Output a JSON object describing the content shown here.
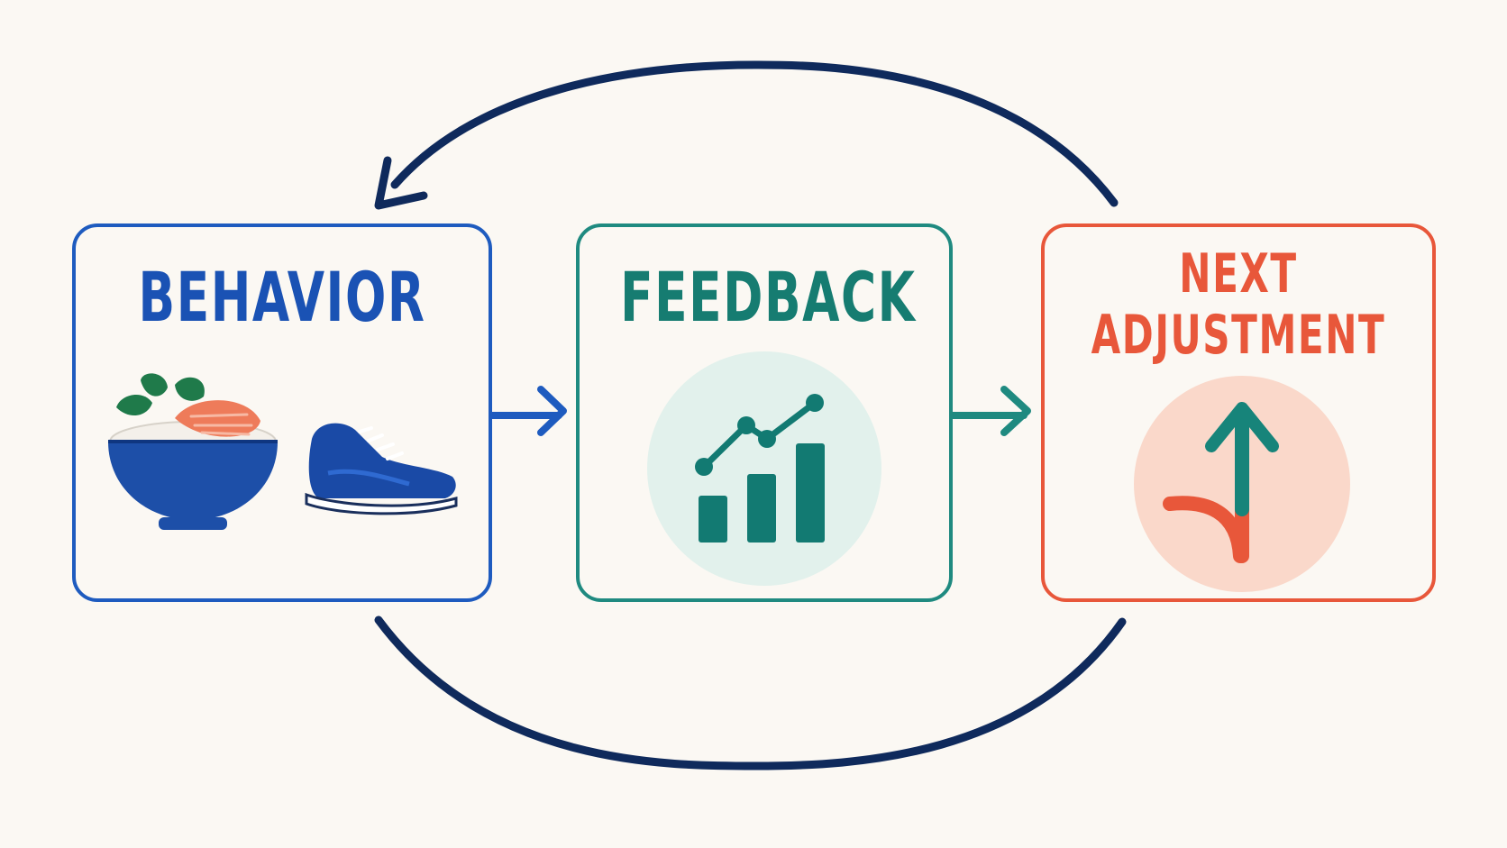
{
  "diagram": {
    "steps": [
      {
        "id": "behavior",
        "label": "BEHAVIOR",
        "icons": [
          "food-bowl-icon",
          "sneaker-icon"
        ]
      },
      {
        "id": "feedback",
        "label": "FEEDBACK",
        "icons": [
          "bar-line-chart-icon"
        ]
      },
      {
        "id": "adjust",
        "label_line1": "NEXT",
        "label_line2": "ADJUSTMENT",
        "icons": [
          "turn-up-arrow-icon"
        ]
      }
    ],
    "connections": [
      {
        "from": "behavior",
        "to": "feedback",
        "type": "arrow"
      },
      {
        "from": "feedback",
        "to": "adjust",
        "type": "arrow"
      },
      {
        "from": "adjust",
        "to": "behavior",
        "type": "loop-arrow-top"
      },
      {
        "from": "adjust",
        "to": "behavior",
        "type": "loop-line-bottom"
      }
    ]
  },
  "colors": {
    "background": "#fbf8f3",
    "behavior": "#1e5bbf",
    "feedback": "#1f8a80",
    "adjust": "#e8573a",
    "loop": "#0f2a5c"
  }
}
